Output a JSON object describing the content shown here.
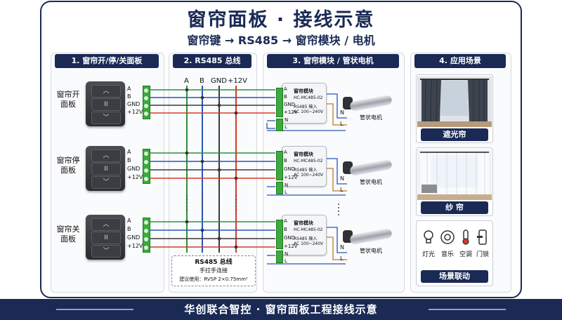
{
  "title": "窗帘面板 · 接线示意",
  "subtitle": "窗帘键 → RS485 → 窗帘模块 / 电机",
  "sections": [
    {
      "label": "1. 窗帘开/停/关面板"
    },
    {
      "label": "2. RS485 总线"
    },
    {
      "label": "3. 窗帘模块 / 管状电机"
    },
    {
      "label": "4. 应用场景"
    }
  ],
  "panels": [
    {
      "name": "窗帘开面板"
    },
    {
      "name": "窗帘停面板"
    },
    {
      "name": "窗帘关面板"
    }
  ],
  "terminal_labels": [
    "A",
    "B",
    "GND",
    "+12V"
  ],
  "bus_labels": [
    "A",
    "B",
    "GND",
    "+12V"
  ],
  "module": {
    "title": "窗帘模块",
    "model": "HC-MC485-02",
    "input": "RS485 输入",
    "power": "AC 100~240V",
    "n_label": "N",
    "l_label": "L"
  },
  "motor_label": "管状电机",
  "bus_note": {
    "title": "RS485 总线",
    "line2": "手拉手连接",
    "line3": "建议使用：RVSP 2×0.75mm²"
  },
  "scenes": [
    {
      "caption": "遮光帘"
    },
    {
      "caption": "纱 帘"
    }
  ],
  "scene_link": {
    "caption": "场景联动",
    "items": [
      {
        "icon": "bulb-icon",
        "label": "灯光"
      },
      {
        "icon": "speaker-icon",
        "label": "音乐"
      },
      {
        "icon": "thermometer-icon",
        "label": "空调"
      },
      {
        "icon": "door-lock-icon",
        "label": "门锁"
      }
    ]
  },
  "footer": "华创联合智控 · 窗帘面板工程接线示意",
  "colors": {
    "navy": "#1a2a55",
    "wire_a": "#2f8f3a",
    "wire_b": "#2a55b8",
    "wire_gnd": "#3a3a3a",
    "wire_12v": "#d43a2a"
  }
}
